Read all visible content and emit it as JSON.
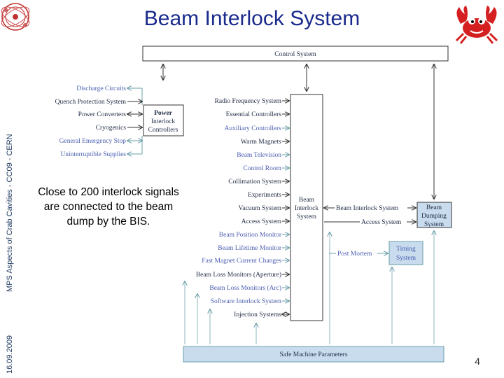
{
  "sidebar": {
    "date": "16.09.2009",
    "context": "MPS Aspects of Crab Cavities - CC09 - CERN"
  },
  "slide": {
    "title": "Beam Interlock System",
    "page": "4"
  },
  "overlay": {
    "text": "Close to 200 interlock signals are connected to the beam dump by the BIS."
  },
  "colors": {
    "title": "#1a2b8c",
    "blue_label": "#4a5db0",
    "black_label": "#1f2a44",
    "arrow": "#8fb6be",
    "box_fill": "#c9dcee"
  },
  "diagram": {
    "control_system": "Control System",
    "safe_machine_parameters": "Safe Machine Parameters",
    "power_interlock": [
      "Power",
      "Interlock",
      "Controllers"
    ],
    "beam_interlock": [
      "Beam",
      "Interlock",
      "System"
    ],
    "beam_dumping": [
      "Beam",
      "Dumping",
      "System"
    ],
    "timing": [
      "Timing",
      "System"
    ],
    "power_inputs": [
      {
        "label": "Discharge Circuits",
        "color": "blue"
      },
      {
        "label": "Quench Protection System",
        "color": "black"
      },
      {
        "label": "Power Converters",
        "color": "black"
      },
      {
        "label": "Cryogenics",
        "color": "black"
      },
      {
        "label": "General Emergency Stop",
        "color": "blue"
      },
      {
        "label": "Uninterruptible Supplies",
        "color": "blue"
      }
    ],
    "beam_inputs": [
      {
        "label": "Radio Frequency System",
        "color": "black"
      },
      {
        "label": "Essential Controllers",
        "color": "black"
      },
      {
        "label": "Auxiliary Controllers",
        "color": "blue"
      },
      {
        "label": "Warm Magnets",
        "color": "black"
      },
      {
        "label": "Beam Television",
        "color": "blue"
      },
      {
        "label": "Control Room",
        "color": "blue"
      },
      {
        "label": "Collimation System",
        "color": "black"
      },
      {
        "label": "Experiments",
        "color": "black"
      },
      {
        "label": "Vacuum System",
        "color": "black"
      },
      {
        "label": "Access System",
        "color": "black"
      },
      {
        "label": "Beam Position Monitor",
        "color": "blue"
      },
      {
        "label": "Beam Lifetime Monitor",
        "color": "blue"
      },
      {
        "label": "Fast Magnet Current Changes",
        "color": "blue"
      },
      {
        "label": "Beam Loss Monitors (Aperture)",
        "color": "black"
      },
      {
        "label": "Beam Loss Monitors (Arc)",
        "color": "blue"
      },
      {
        "label": "Software Interlock System",
        "color": "blue"
      },
      {
        "label": "Injection Systems",
        "color": "black"
      }
    ],
    "right_links": {
      "bis_to_dump": "Beam Interlock System",
      "access": "Access System",
      "post_mortem": "Post Mortem"
    }
  }
}
